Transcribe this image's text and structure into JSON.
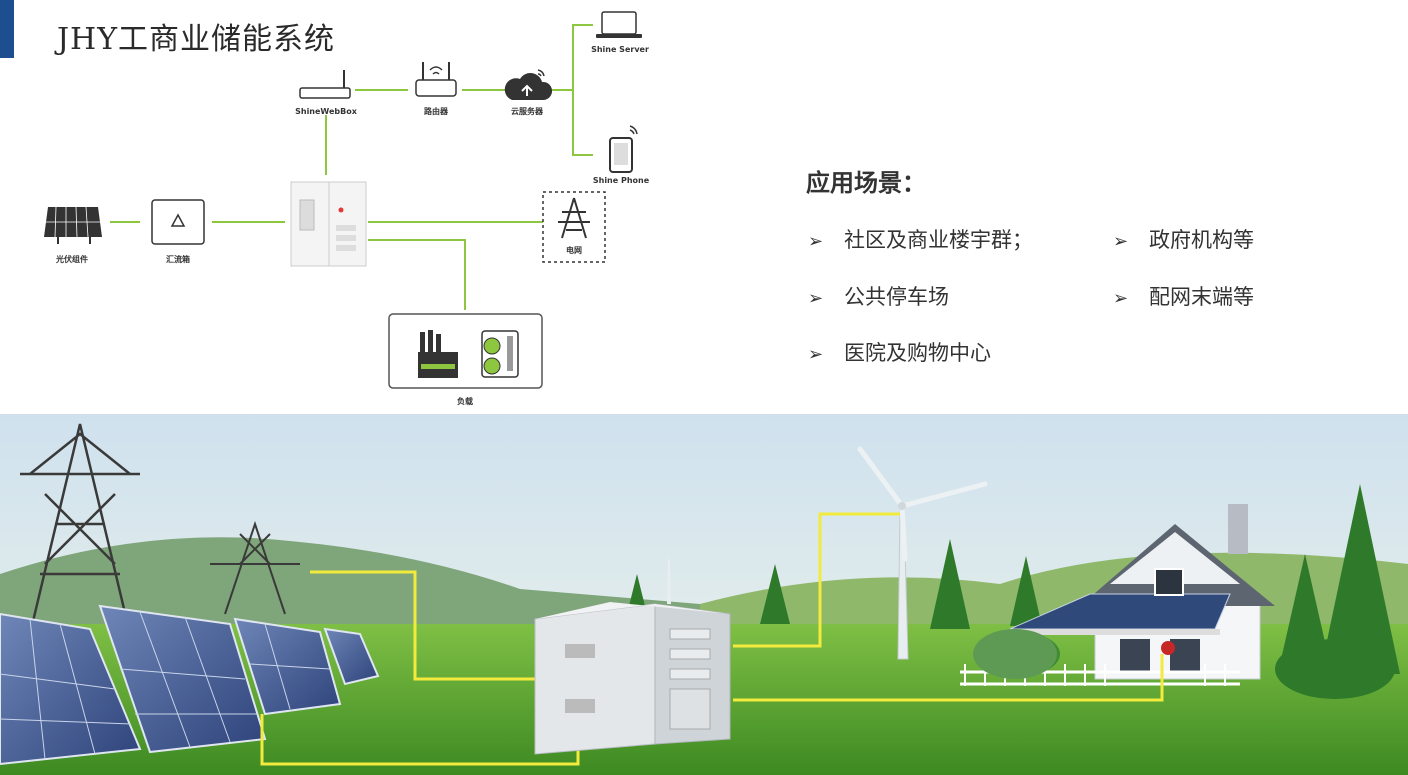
{
  "header": {
    "title": "JHY工商业储能系统"
  },
  "diagram": {
    "nodes": {
      "shine_server": "Shine Server",
      "shine_phone": "Shine Phone",
      "webbox": "ShineWebBox",
      "router": "路由器",
      "cloud": "云服务器",
      "pv": "光伏组件",
      "combiner": "汇流箱",
      "grid": "电网",
      "load": "负载"
    },
    "colors": {
      "line": "#8dc63f",
      "text": "#333333"
    }
  },
  "applications": {
    "title": "应用场景：",
    "items": [
      "社区及商业楼宇群；",
      "政府机构等",
      "公共停车场",
      "配网末端等",
      "医院及购物中心"
    ],
    "bullet": "➢"
  },
  "scene": {
    "icons": [
      "power-tower-icon",
      "solar-panel-icon",
      "container-icon",
      "wind-turbine-icon",
      "house-icon"
    ],
    "colors": {
      "wire": "#f2ea3c",
      "grass": "#4f9a2a",
      "sky": "#dbeaf3"
    }
  }
}
